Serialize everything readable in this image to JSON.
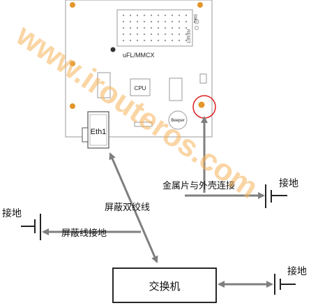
{
  "board": {
    "connector_label": "uFL/MMCX",
    "cpu_label": "CPU",
    "beeper_label": "Beeper",
    "eth_label": "Eth1",
    "reset_label": "RESET",
    "sw_label": "SW1"
  },
  "labels": {
    "metal_label": "金属片与外壳连接",
    "ground_right": "接地",
    "ground_left": "接地",
    "ground_switch": "接地",
    "shield_cable": "屏蔽双绞线",
    "shield_ground": "屏蔽线接地",
    "switch_box": "交换机"
  },
  "watermark": "www.irouteros.com",
  "colors": {
    "arrow": "#7f7f7f",
    "highlight_circle": "#e01e1e",
    "pad": "#e3962b",
    "watermark": "#f5b25a",
    "board_stroke": "#9a9a9a"
  }
}
